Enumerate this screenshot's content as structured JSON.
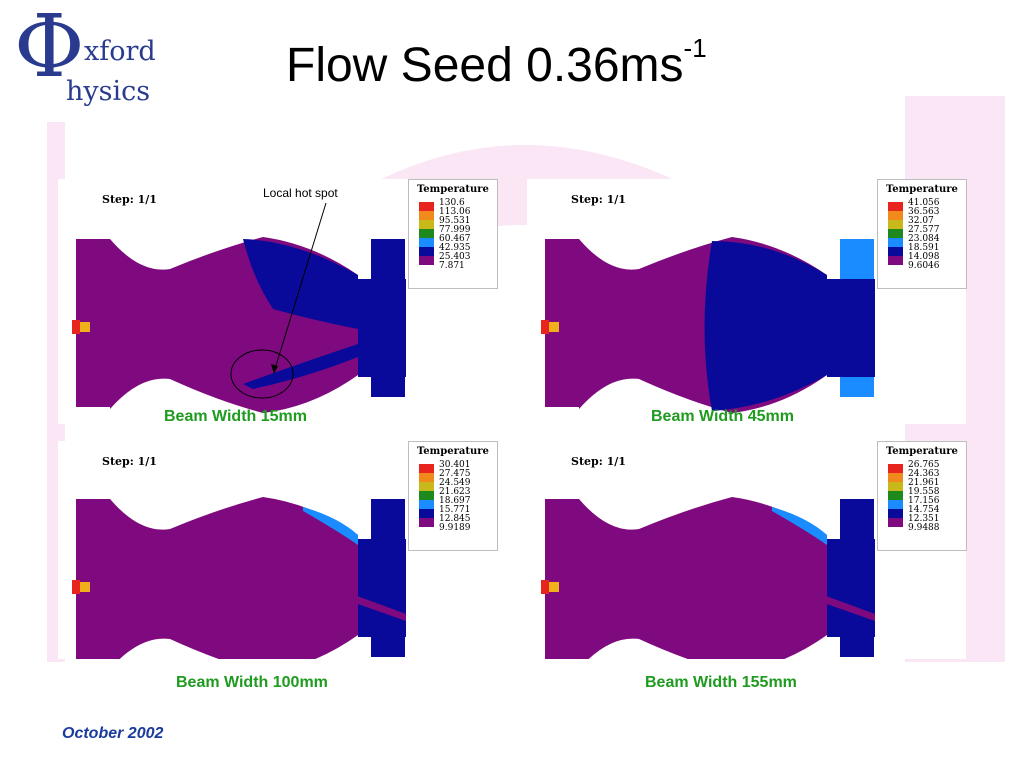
{
  "logo": {
    "symbol": "Φ",
    "word1": "xford",
    "word2": "hysics"
  },
  "title": {
    "main": "Flow Seed 0.36ms",
    "sup": "-1"
  },
  "annotation": "Local hot spot",
  "footer": "October 2002",
  "colors": {
    "caption": "#1f9b1f",
    "footer": "#1a3c9c",
    "logo": "#2a3b8f",
    "purple": "#7f0a7f",
    "navy": "#0a0a9a",
    "lightblue": "#1a8cff"
  },
  "legend_swatch_colors": [
    "#e8241e",
    "#f08a1c",
    "#c8b81a",
    "#1e8a1e",
    "#1a8cff",
    "#0a0a9a",
    "#7f0a7f"
  ],
  "panels": [
    {
      "step": "Step: 1/1",
      "legend_title": "Temperature",
      "values": [
        "130.6",
        "113.06",
        "95.531",
        "77.999",
        "60.467",
        "42.935",
        "25.403",
        "7.871"
      ],
      "caption": "Beam Width 15mm"
    },
    {
      "step": "Step: 1/1",
      "legend_title": "Temperature",
      "values": [
        "41.056",
        "36.563",
        "32.07",
        "27.577",
        "23.084",
        "18.591",
        "14.098",
        "9.6046"
      ],
      "caption": "Beam Width 45mm"
    },
    {
      "step": "Step: 1/1",
      "legend_title": "Temperature",
      "values": [
        "30.401",
        "27.475",
        "24.549",
        "21.623",
        "18.697",
        "15.771",
        "12.845",
        "9.9189"
      ],
      "caption": "Beam Width 100mm"
    },
    {
      "step": "Step: 1/1",
      "legend_title": "Temperature",
      "values": [
        "26.765",
        "24.363",
        "21.961",
        "19.558",
        "17.156",
        "14.754",
        "12.351",
        "9.9488"
      ],
      "caption": "Beam Width 155mm"
    }
  ]
}
